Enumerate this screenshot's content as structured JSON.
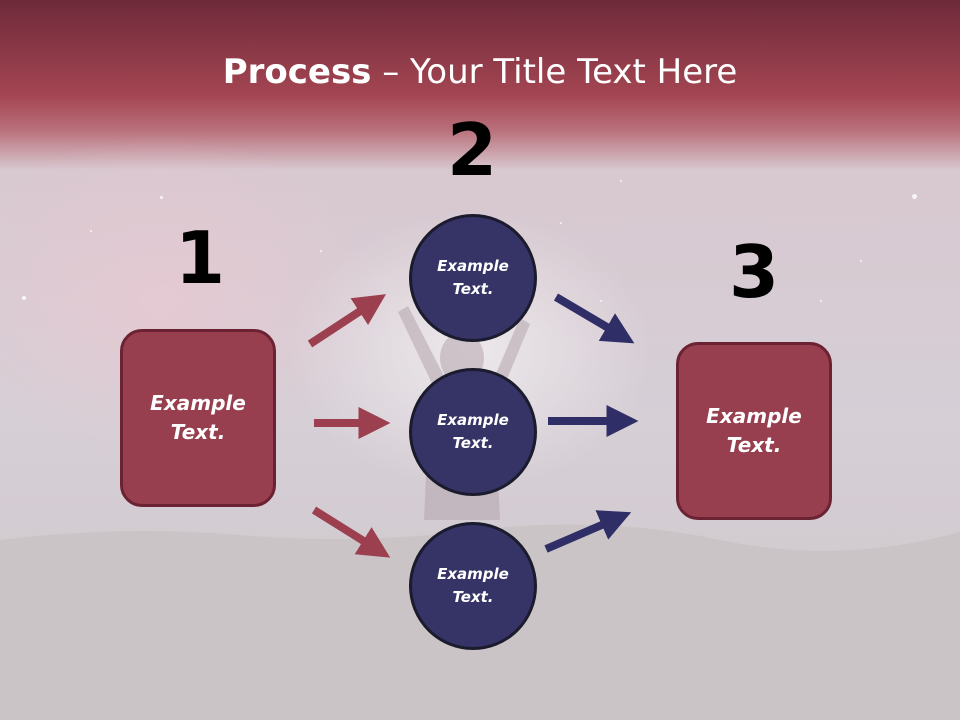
{
  "slide": {
    "title_bold": "Process",
    "title_rest": " – Your Title Text Here"
  },
  "steps": {
    "one": {
      "number": "1",
      "label_line1": "Example",
      "label_line2": "Text."
    },
    "two": {
      "number": "2"
    },
    "three": {
      "number": "3",
      "label_line1": "Example",
      "label_line2": "Text."
    }
  },
  "nodes": [
    {
      "label_line1": "Example",
      "label_line2": "Text."
    },
    {
      "label_line1": "Example",
      "label_line2": "Text."
    },
    {
      "label_line1": "Example",
      "label_line2": "Text."
    }
  ],
  "colors": {
    "red_box": "#973f4f",
    "red_arrow": "#9c3f4f",
    "navy_circle": "#363366",
    "navy_arrow": "#2f2e66",
    "header_band": "#a44552"
  }
}
